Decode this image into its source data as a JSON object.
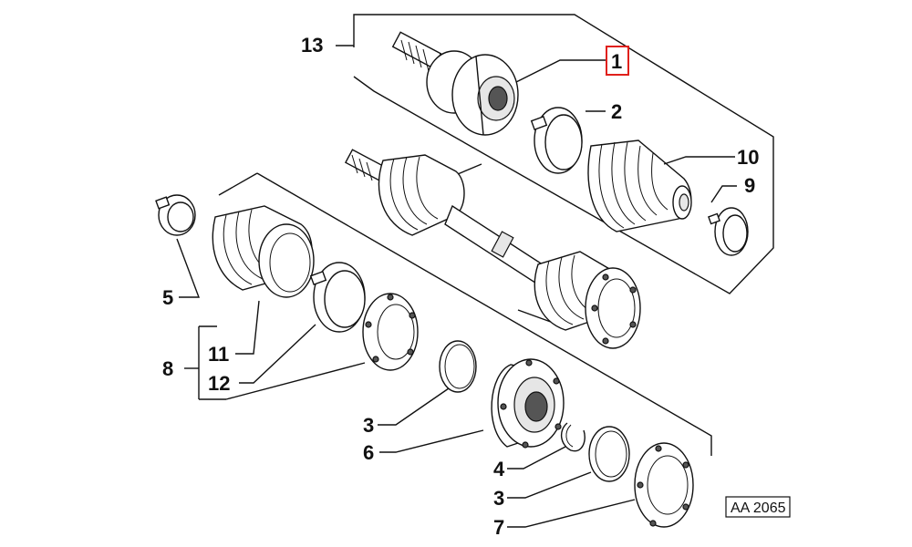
{
  "diagram": {
    "callouts": {
      "c1": "1",
      "c2": "2",
      "c3a": "3",
      "c3b": "3",
      "c4": "4",
      "c5": "5",
      "c6": "6",
      "c7": "7",
      "c8": "8",
      "c9": "9",
      "c10": "10",
      "c11": "11",
      "c12": "12",
      "c13": "13"
    },
    "highlighted_callout": "1",
    "highlight_color": "#e0201b",
    "reference_code": "AA 2065"
  }
}
